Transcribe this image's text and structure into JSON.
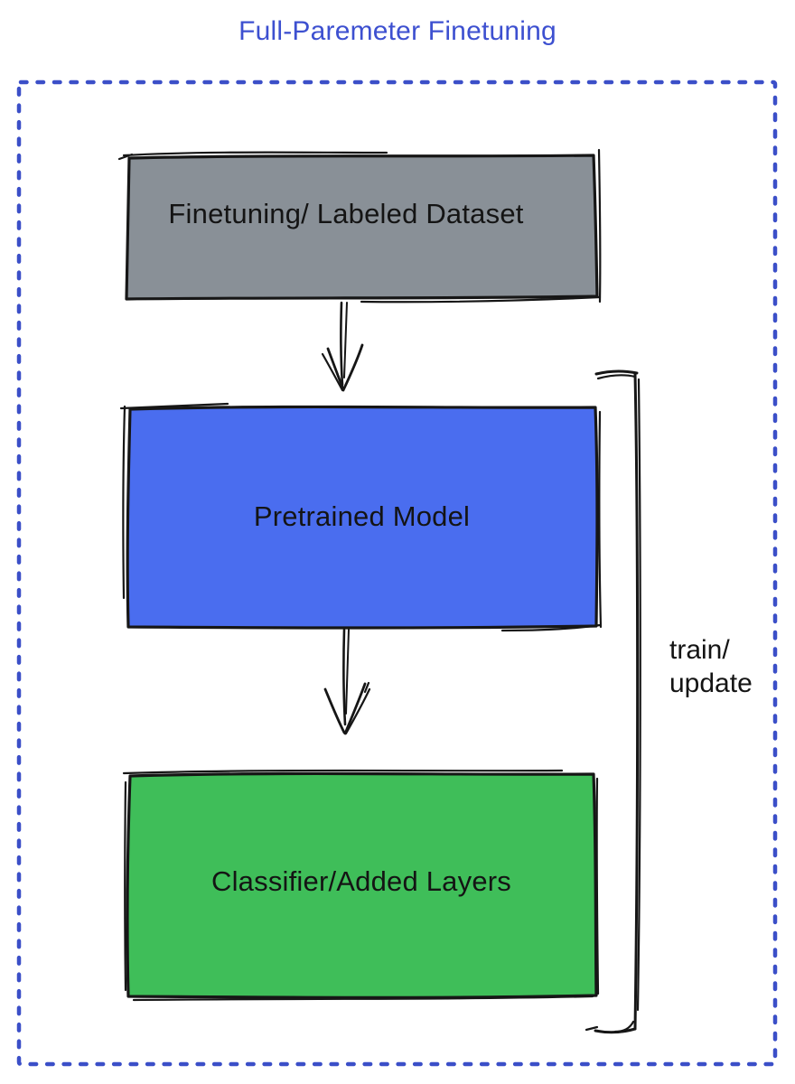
{
  "title": "Full-Paremeter Finetuning",
  "colors": {
    "title": "#3d50d0",
    "border": "#3b4fc8",
    "stroke": "#161616",
    "label_text": "#141414",
    "dataset_fill": "#899097",
    "pretrained_fill": "#4a6def",
    "classifier_fill": "#3fbe59"
  },
  "boxes": [
    {
      "id": "dataset",
      "label": "Finetuning/ Labeled Dataset"
    },
    {
      "id": "pretrained",
      "label": "Pretrained Model"
    },
    {
      "id": "classifier",
      "label": "Classifier/Added Layers"
    }
  ],
  "bracket": {
    "label": "train/\nupdate"
  }
}
